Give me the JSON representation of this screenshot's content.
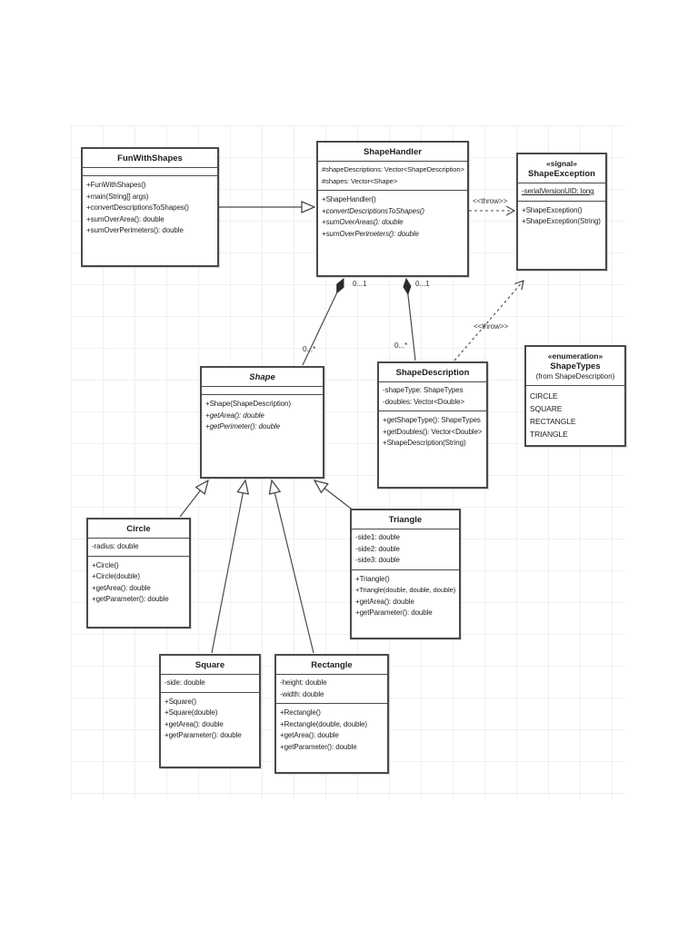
{
  "diagram": {
    "kind": "uml-class-diagram",
    "classes": {
      "fun_with_shapes": {
        "name": "FunWithShapes",
        "attributes": [],
        "methods": [
          "+FunWithShapes()",
          "+main(String[] args)",
          "+convertDescriptionsToShapes()",
          "+sumOverArea(): double",
          "+sumOverPerimeters(): double"
        ]
      },
      "shape_handler": {
        "name": "ShapeHandler",
        "attributes": [
          "#shapeDescriptions: Vector<ShapeDescription>",
          "#shapes: Vector<Shape>"
        ],
        "methods": [
          "+ShapeHandler()",
          "+convertDescriptionsToShapes()",
          "+sumOverAreas(): double",
          "+sumOverPerimeters(): double"
        ]
      },
      "shape_exception": {
        "stereotype": "«signal»",
        "name": "ShapeException",
        "attributes": [
          "-serialVersionUID: long"
        ],
        "methods": [
          "+ShapeException()",
          "+ShapeException(String)"
        ]
      },
      "shape": {
        "name": "Shape",
        "attributes": [],
        "methods": [
          "+Shape(ShapeDescription)",
          "+getArea(): double",
          "+getPerimeter(): double"
        ]
      },
      "shape_description": {
        "name": "ShapeDescription",
        "attributes": [
          "-shapeType: ShapeTypes",
          "-doubles: Vector<Double>"
        ],
        "methods": [
          "+getShapeType(): ShapeTypes",
          "+getDoubles(): Vector<Double>",
          "+ShapeDescription(String)"
        ]
      },
      "shape_types": {
        "stereotype": "«enumeration»",
        "name": "ShapeTypes",
        "from": "(from ShapeDescription)",
        "literals": [
          "CIRCLE",
          "SQUARE",
          "RECTANGLE",
          "TRIANGLE"
        ]
      },
      "circle": {
        "name": "Circle",
        "attributes": [
          "-radius: double"
        ],
        "methods": [
          "+Circle()",
          "+Circle(double)",
          "+getArea(): double",
          "+getParameter(): double"
        ]
      },
      "triangle": {
        "name": "Triangle",
        "attributes": [
          "-side1: double",
          "-side2: double",
          "-side3: double"
        ],
        "methods": [
          "+Triangle()",
          "+Triangle(double, double, double)",
          "+getArea(): double",
          "+getParameter(): double"
        ]
      },
      "square": {
        "name": "Square",
        "attributes": [
          "-side: double"
        ],
        "methods": [
          "+Square()",
          "+Square(double)",
          "+getArea(): double",
          "+getParameter(): double"
        ]
      },
      "rectangle": {
        "name": "Rectangle",
        "attributes": [
          "-height: double",
          "-width: double"
        ],
        "methods": [
          "+Rectangle()",
          "+Rectangle(double, double)",
          "+getArea(): double",
          "+getParameter(): double"
        ]
      }
    },
    "relations": {
      "throw_handler_exception": "<<throw>>",
      "throw_description_exception": "<<throw>>",
      "mult_shape_near_handler": "0...1",
      "mult_shape_far": "0...*",
      "mult_description_near_handler": "0...1",
      "mult_description_far": "0...*"
    },
    "colors": {
      "border": "#4a4a4a",
      "grid": "#eef0f2",
      "background": "#ffffff"
    }
  }
}
